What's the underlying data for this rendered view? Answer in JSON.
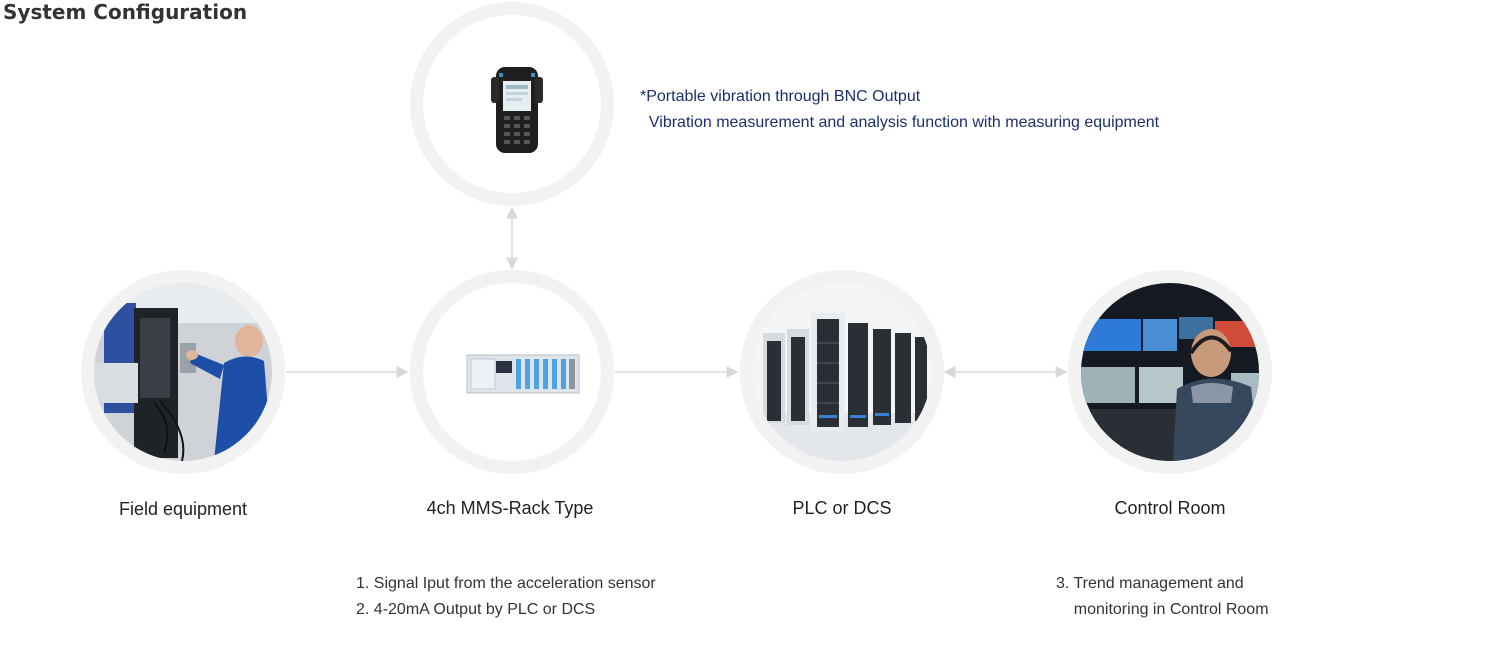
{
  "title": "System Configuration",
  "note": {
    "line1": "*Portable vibration through BNC Output",
    "line2": "  Vibration measurement and analysis function with measuring equipment"
  },
  "nodes": {
    "portable": {
      "icon": "portable-analyzer-icon"
    },
    "field": {
      "label": "Field equipment",
      "icon": "field-worker-photo"
    },
    "rack": {
      "label": "4ch MMS-Rack Type",
      "icon": "rack-module-icon"
    },
    "plc": {
      "label": "PLC or DCS",
      "icon": "server-rack-photo"
    },
    "control": {
      "label": "Control Room",
      "icon": "control-room-photo"
    }
  },
  "notes_rack": {
    "line1": "1. Signal Iput from the acceleration sensor",
    "line2": "2. 4-20mA Output by PLC or DCS"
  },
  "notes_control": {
    "line1": "3. Trend management and",
    "line2": "    monitoring in Control Room"
  },
  "colors": {
    "ring": "#f2f2f2",
    "connector": "#d8d8d8",
    "note": "#1c2f6b"
  }
}
